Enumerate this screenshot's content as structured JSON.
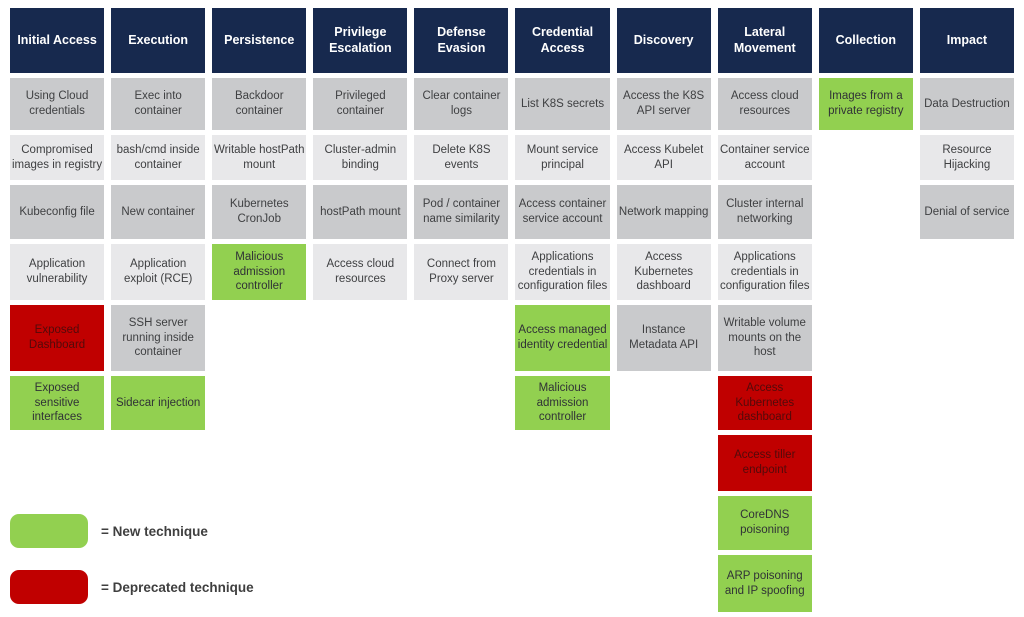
{
  "matrix": {
    "columns": [
      {
        "header": "Initial Access",
        "cells": [
          {
            "text": "Using Cloud credentials",
            "type": "normal"
          },
          {
            "text": "Compromised images in registry",
            "type": "normal"
          },
          {
            "text": "Kubeconfig file",
            "type": "normal"
          },
          {
            "text": "Application vulnerability",
            "type": "normal"
          },
          {
            "text": "Exposed Dashboard",
            "type": "deprecated"
          },
          {
            "text": "Exposed sensitive interfaces",
            "type": "new"
          }
        ]
      },
      {
        "header": "Execution",
        "cells": [
          {
            "text": "Exec into container",
            "type": "normal"
          },
          {
            "text": "bash/cmd inside container",
            "type": "normal"
          },
          {
            "text": "New container",
            "type": "normal"
          },
          {
            "text": "Application exploit (RCE)",
            "type": "normal"
          },
          {
            "text": "SSH server running inside container",
            "type": "normal"
          },
          {
            "text": "Sidecar injection",
            "type": "new"
          }
        ]
      },
      {
        "header": "Persistence",
        "cells": [
          {
            "text": "Backdoor container",
            "type": "normal"
          },
          {
            "text": "Writable hostPath mount",
            "type": "normal"
          },
          {
            "text": "Kubernetes CronJob",
            "type": "normal"
          },
          {
            "text": "Malicious admission controller",
            "type": "new"
          }
        ]
      },
      {
        "header": "Privilege Escalation",
        "cells": [
          {
            "text": "Privileged container",
            "type": "normal"
          },
          {
            "text": "Cluster-admin binding",
            "type": "normal"
          },
          {
            "text": "hostPath mount",
            "type": "normal"
          },
          {
            "text": "Access cloud resources",
            "type": "normal"
          }
        ]
      },
      {
        "header": "Defense Evasion",
        "cells": [
          {
            "text": "Clear container logs",
            "type": "normal"
          },
          {
            "text": "Delete K8S events",
            "type": "normal"
          },
          {
            "text": "Pod / container name similarity",
            "type": "normal"
          },
          {
            "text": "Connect from Proxy server",
            "type": "normal"
          }
        ]
      },
      {
        "header": "Credential Access",
        "cells": [
          {
            "text": "List K8S secrets",
            "type": "normal"
          },
          {
            "text": "Mount service principal",
            "type": "normal"
          },
          {
            "text": "Access container service account",
            "type": "normal"
          },
          {
            "text": "Applications credentials in configuration files",
            "type": "normal"
          },
          {
            "text": "Access managed identity credential",
            "type": "new"
          },
          {
            "text": "Malicious admission controller",
            "type": "new"
          }
        ]
      },
      {
        "header": "Discovery",
        "cells": [
          {
            "text": "Access the K8S API server",
            "type": "normal"
          },
          {
            "text": "Access Kubelet API",
            "type": "normal"
          },
          {
            "text": "Network mapping",
            "type": "normal"
          },
          {
            "text": "Access Kubernetes dashboard",
            "type": "normal"
          },
          {
            "text": "Instance Metadata API",
            "type": "normal"
          }
        ]
      },
      {
        "header": "Lateral Movement",
        "cells": [
          {
            "text": "Access cloud resources",
            "type": "normal"
          },
          {
            "text": "Container service account",
            "type": "normal"
          },
          {
            "text": "Cluster internal networking",
            "type": "normal"
          },
          {
            "text": "Applications credentials in configuration files",
            "type": "normal"
          },
          {
            "text": "Writable volume mounts on the host",
            "type": "normal"
          },
          {
            "text": "Access Kubernetes dashboard",
            "type": "deprecated"
          },
          {
            "text": "Access tiller endpoint",
            "type": "deprecated"
          },
          {
            "text": "CoreDNS poisoning",
            "type": "new"
          },
          {
            "text": "ARP poisoning and IP spoofing",
            "type": "new"
          }
        ]
      },
      {
        "header": "Collection",
        "cells": [
          {
            "text": "Images from a private registry",
            "type": "new"
          }
        ]
      },
      {
        "header": "Impact",
        "cells": [
          {
            "text": "Data Destruction",
            "type": "normal"
          },
          {
            "text": "Resource Hijacking",
            "type": "normal"
          },
          {
            "text": "Denial of service",
            "type": "normal"
          }
        ]
      }
    ]
  },
  "legend": {
    "items": [
      {
        "label": "= New technique",
        "type": "new"
      },
      {
        "label": "= Deprecated technique",
        "type": "deprecated"
      }
    ]
  },
  "colors": {
    "header_navy": "#17294e",
    "cell_gray_dark": "#c9cacc",
    "cell_gray_light": "#e8e8ea",
    "new_green": "#92d050",
    "deprecated_red": "#c00000",
    "deprecated_text": "#520a0a",
    "text_gray": "#3f4042",
    "background": "#ffffff"
  }
}
